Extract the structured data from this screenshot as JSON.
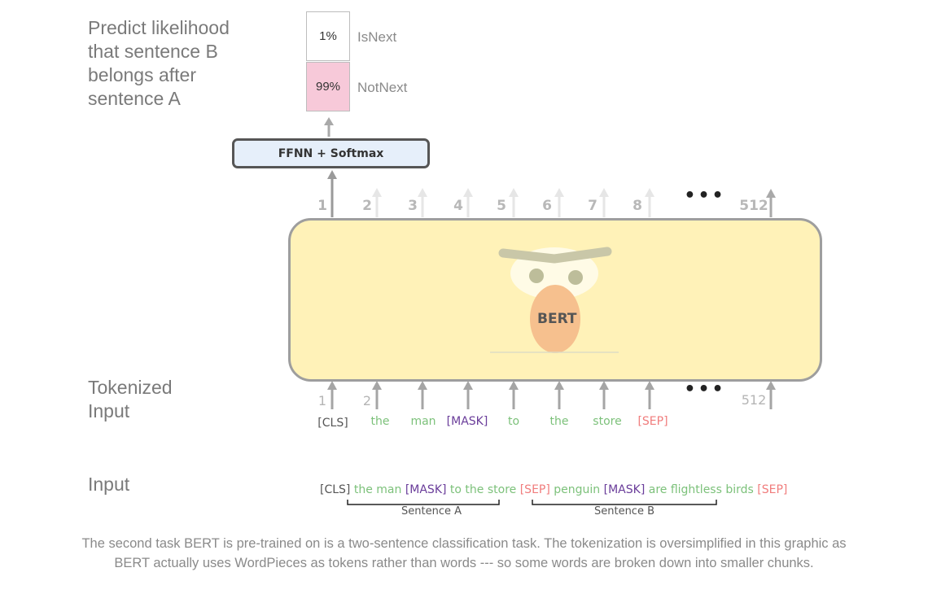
{
  "side_labels": {
    "predict": "Predict likelihood\nthat sentence B\nbelongs after\nsentence A",
    "tokenized": "Tokenized\nInput",
    "input": "Input"
  },
  "classifier": {
    "outputs": [
      {
        "value": "1%",
        "label": "IsNext",
        "color": "#ffffff"
      },
      {
        "value": "99%",
        "label": "NotNext",
        "color": "#f7c9d9"
      }
    ],
    "ffnn_label": "FFNN + Softmax"
  },
  "model": {
    "name": "BERT",
    "box_color": "#fff2b8",
    "output_positions": [
      "1",
      "2",
      "3",
      "4",
      "5",
      "6",
      "7",
      "8",
      "512"
    ],
    "ellipsis": "•••"
  },
  "tokenized_input": {
    "positions": [
      "1",
      "2",
      "512"
    ],
    "tokens": [
      {
        "text": "[CLS]",
        "kind": "gray"
      },
      {
        "text": "the",
        "kind": "green"
      },
      {
        "text": "man",
        "kind": "green"
      },
      {
        "text": "[MASK]",
        "kind": "purple"
      },
      {
        "text": "to",
        "kind": "green"
      },
      {
        "text": "the",
        "kind": "green"
      },
      {
        "text": "store",
        "kind": "green"
      },
      {
        "text": "[SEP]",
        "kind": "red"
      }
    ]
  },
  "input_sequence": {
    "parts": [
      {
        "text": "[CLS] ",
        "kind": "gray"
      },
      {
        "text": "the man ",
        "kind": "green"
      },
      {
        "text": "[MASK] ",
        "kind": "purple"
      },
      {
        "text": "to the store ",
        "kind": "green"
      },
      {
        "text": "[SEP] ",
        "kind": "red"
      },
      {
        "text": "penguin ",
        "kind": "green"
      },
      {
        "text": "[MASK] ",
        "kind": "purple"
      },
      {
        "text": "are flightless birds ",
        "kind": "green"
      },
      {
        "text": "[SEP]",
        "kind": "red"
      }
    ],
    "segments": [
      "Sentence A",
      "Sentence B"
    ]
  },
  "caption": "The second task BERT is pre-trained on is a two-sentence classification task. The tokenization is oversimplified in this graphic as BERT actually uses WordPieces as tokens rather than words --- so some words are broken down into smaller chunks."
}
